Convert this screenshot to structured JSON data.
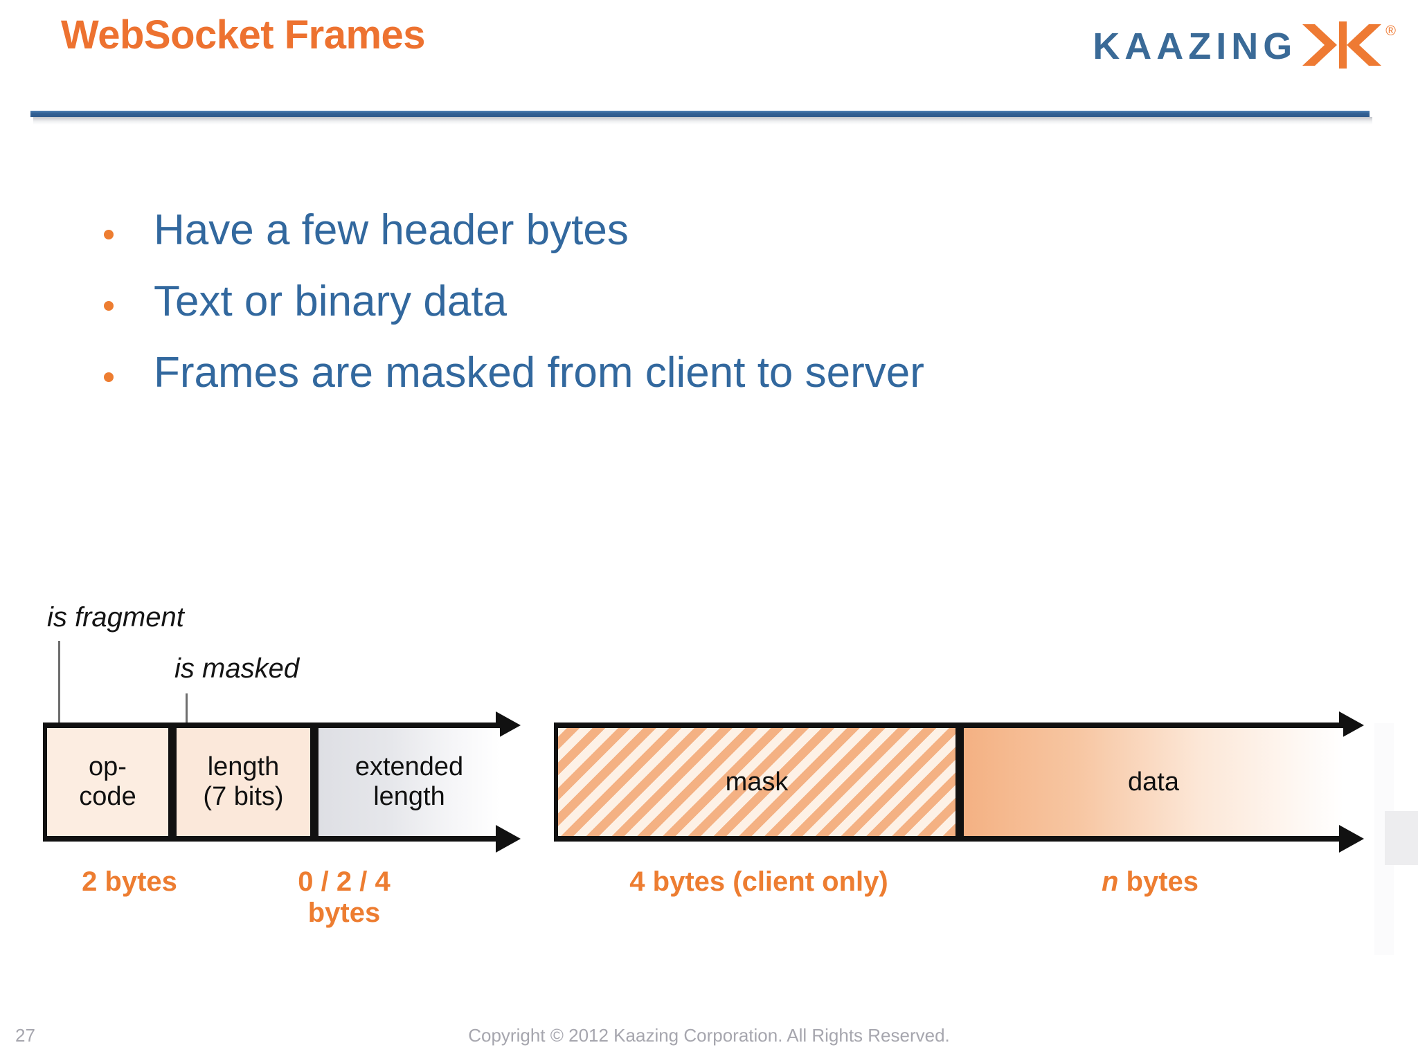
{
  "slide": {
    "title": "WebSocket Frames",
    "title_color": "#ED7230",
    "divider_color": "#315F93",
    "background": "#FFFFFF"
  },
  "logo": {
    "wordmark": "KAAZING",
    "wordmark_color": "#3A6A97",
    "mark_color": "#EE7A33",
    "registered": "®",
    "mark_name": "kaazing-chevron-mark"
  },
  "bullets": [
    {
      "text": "Have a few header bytes",
      "dot_color": "#ED7D31",
      "text_color": "#32689E"
    },
    {
      "text": "Text or binary data",
      "dot_color": "#ED7D31",
      "text_color": "#32689E"
    },
    {
      "text": "Frames are masked from client to server",
      "dot_color": "#ED7D31",
      "text_color": "#32689E"
    }
  ],
  "diagram": {
    "callouts": [
      {
        "label": "is fragment"
      },
      {
        "label": "is masked"
      }
    ],
    "fields": [
      {
        "name": "opcode",
        "line1": "op-",
        "line2": "code",
        "fill": "#FCEDE1"
      },
      {
        "name": "length",
        "line1": "length",
        "line2": "(7 bits)",
        "fill": "#FBE8DA"
      },
      {
        "name": "extended-length",
        "line1": "extended",
        "line2": "length",
        "fill": "#E2E3E8"
      },
      {
        "name": "mask",
        "line1": "mask",
        "line2": "",
        "fill": "#F2B183"
      },
      {
        "name": "data",
        "line1": "data",
        "line2": "",
        "fill": "#F4B183"
      }
    ],
    "size_labels": [
      {
        "name": "header-size",
        "line1": "2 bytes",
        "line2": ""
      },
      {
        "name": "extended-length-size",
        "line1": "0 / 2 / 4",
        "line2": "bytes"
      },
      {
        "name": "mask-size",
        "line1": "4 bytes (client only)",
        "line2": ""
      },
      {
        "name": "data-size",
        "line1_html": "<em>n</em> bytes",
        "line2": ""
      }
    ],
    "label_color": "#ED7D31"
  },
  "footer": {
    "page_number": "27",
    "copyright": "Copyright © 2012 Kaazing Corporation. All Rights Reserved."
  }
}
